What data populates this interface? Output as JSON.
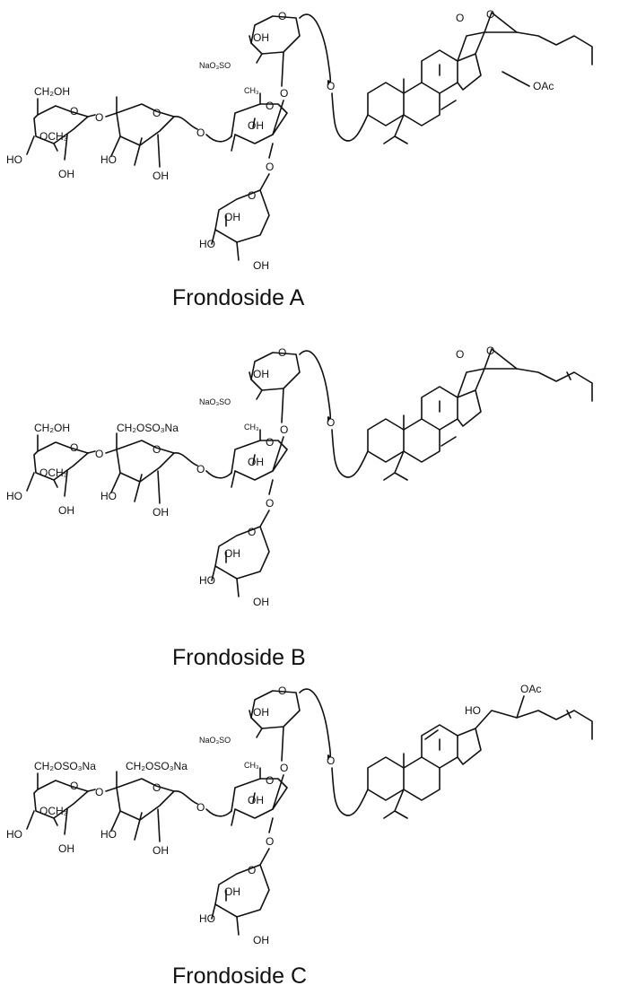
{
  "molecules": [
    {
      "caption": "Frondoside A",
      "sugar1": {
        "sub": "CH₂OH",
        "o": "O",
        "ome": "OCH₃",
        "ho": "HO",
        "oh": "OH"
      },
      "link1": "O",
      "sugar2": {
        "sub": "",
        "o": "O",
        "ho": "HO",
        "oh": "OH"
      },
      "link2": "O",
      "sugar3": {
        "o": "O",
        "ch3": "CH₃",
        "oh": "OH"
      },
      "sugar4": {
        "o": "O",
        "oh": "OH",
        "so3": "NaO₃SO"
      },
      "sugar5": {
        "o": "O",
        "oh1": "OH",
        "ho": "HO",
        "oh2": "OH"
      },
      "link3": "O",
      "link4": "O",
      "aglycone": {
        "lactone_o1": "O",
        "lactone_o2": "O",
        "oac": "OAc",
        "ho": "",
        "oac2": ""
      }
    },
    {
      "caption": "Frondoside B",
      "sugar1": {
        "sub": "CH₂OH",
        "o": "O",
        "ome": "OCH₃",
        "ho": "HO",
        "oh": "OH"
      },
      "link1": "O",
      "sugar2": {
        "sub": "CH₂OSO₃Na",
        "o": "O",
        "ho": "HO",
        "oh": "OH"
      },
      "link2": "O",
      "sugar3": {
        "o": "O",
        "ch3": "CH₃",
        "oh": "OH"
      },
      "sugar4": {
        "o": "O",
        "oh": "OH",
        "so3": "NaO₃SO"
      },
      "sugar5": {
        "o": "O",
        "oh1": "OH",
        "ho": "HO",
        "oh2": "OH"
      },
      "link3": "O",
      "link4": "O",
      "aglycone": {
        "lactone_o1": "O",
        "lactone_o2": "O",
        "oac": "",
        "ho": "",
        "oac2": ""
      }
    },
    {
      "caption": "Frondoside C",
      "sugar1": {
        "sub": "CH₂OSO₃Na",
        "o": "O",
        "ome": "OCH₃",
        "ho": "HO",
        "oh": "OH"
      },
      "link1": "O",
      "sugar2": {
        "sub": "CH₂OSO₃Na",
        "o": "O",
        "ho": "HO",
        "oh": "OH"
      },
      "link2": "O",
      "sugar3": {
        "o": "O",
        "ch3": "CH₃",
        "oh": "OH"
      },
      "sugar4": {
        "o": "O",
        "oh": "OH",
        "so3": "NaO₃SO"
      },
      "sugar5": {
        "o": "O",
        "oh1": "OH",
        "ho": "HO",
        "oh2": "OH"
      },
      "link3": "O",
      "link4": "O",
      "aglycone": {
        "lactone_o1": "",
        "lactone_o2": "",
        "oac": "",
        "ho": "HO",
        "oac2": "OAc"
      }
    }
  ]
}
